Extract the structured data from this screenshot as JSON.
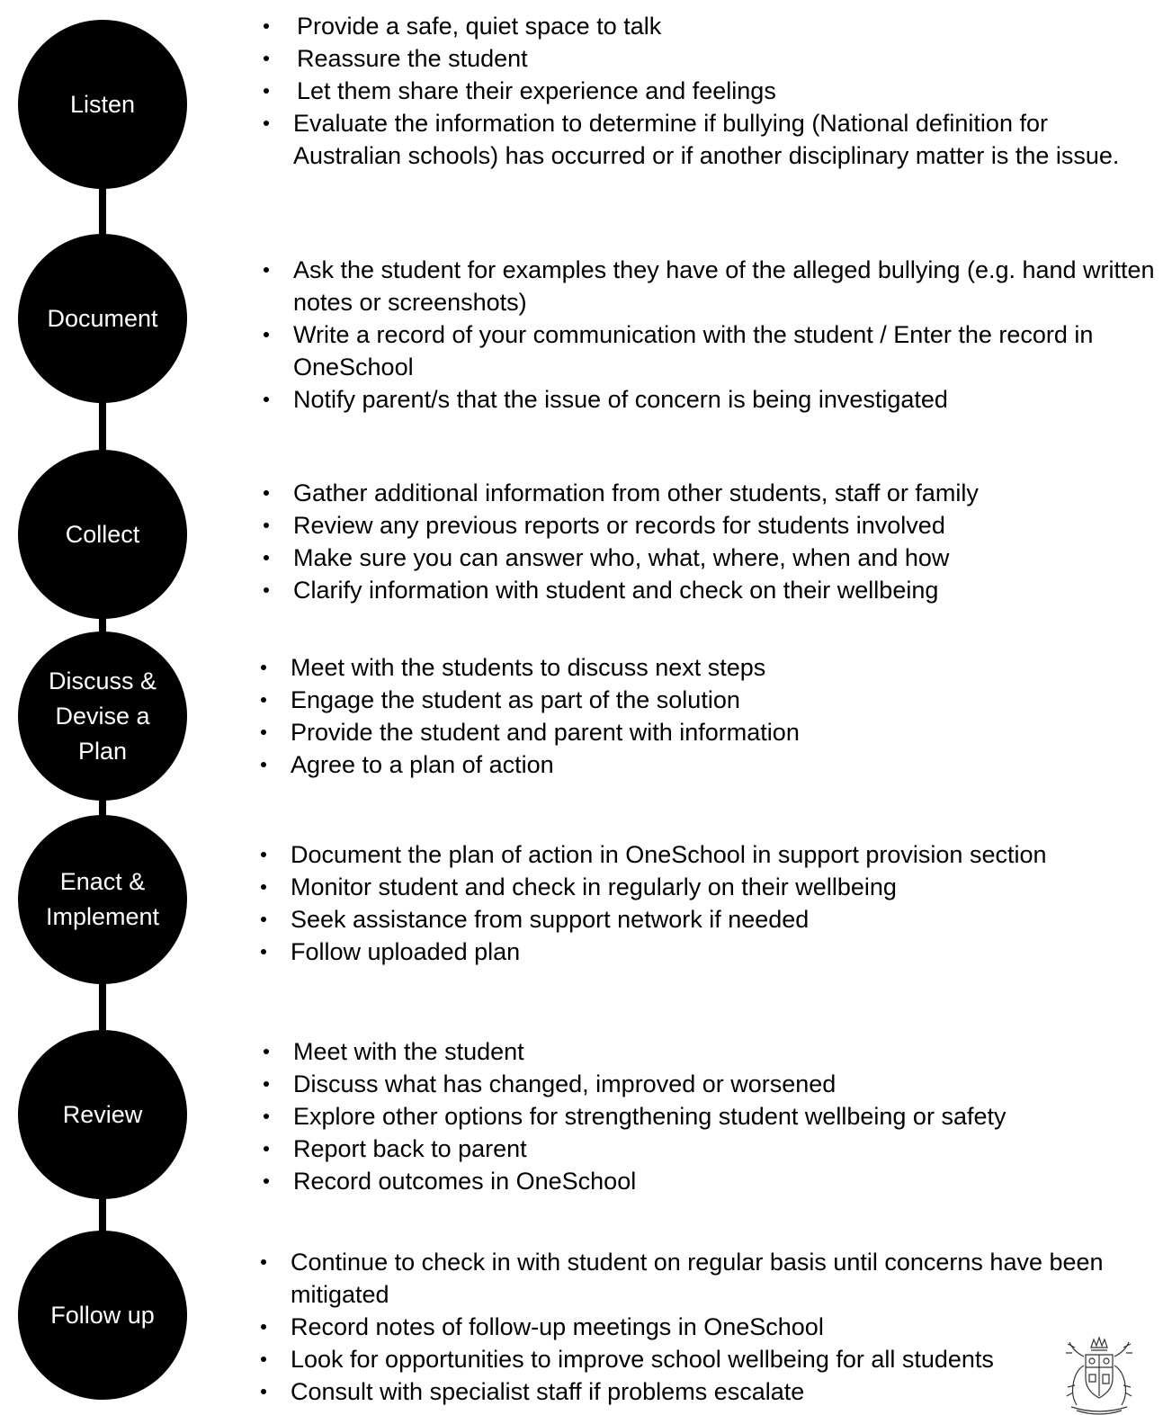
{
  "steps": [
    {
      "label": "Listen",
      "items": [
        "Provide a safe, quiet space to talk",
        "Reassure the student",
        "Let them share their experience and feelings",
        "Evaluate the information to determine if bullying (National definition for Australian schools) has occurred or if another disciplinary matter is the issue."
      ]
    },
    {
      "label": "Document",
      "items": [
        "Ask the student for examples they have of the alleged bullying (e.g. hand written notes or screenshots)",
        "Write a record of your communication with the student / Enter the record in OneSchool",
        "Notify parent/s that the issue of concern is being investigated"
      ]
    },
    {
      "label": "Collect",
      "items": [
        "Gather additional information from other students, staff or family",
        "Review any previous reports or records for students involved",
        "Make sure you can answer who, what, where, when and how",
        "Clarify information with student and check on their wellbeing"
      ]
    },
    {
      "label": "Discuss &\nDevise a\nPlan",
      "items": [
        "Meet with the students to discuss next steps",
        "Engage the student as part of the solution",
        "Provide the student and parent with information",
        "Agree to a plan of action"
      ]
    },
    {
      "label": "Enact &\nImplement",
      "items": [
        "Document the plan of action in OneSchool in support provision section",
        "Monitor student and check in regularly on their wellbeing",
        "Seek assistance from support network if needed",
        "Follow uploaded plan"
      ]
    },
    {
      "label": "Review",
      "items": [
        "Meet with the student",
        "Discuss what has changed, improved or worsened",
        "Explore other options for strengthening student wellbeing or safety",
        "Report back to parent",
        "Record outcomes in OneSchool"
      ]
    },
    {
      "label": "Follow up",
      "items": [
        "Continue to check in with student on regular basis until concerns have been mitigated",
        "Record notes of follow-up meetings in OneSchool",
        "Look for opportunities to improve school wellbeing for all students",
        "Consult with specialist staff if problems escalate"
      ]
    }
  ]
}
